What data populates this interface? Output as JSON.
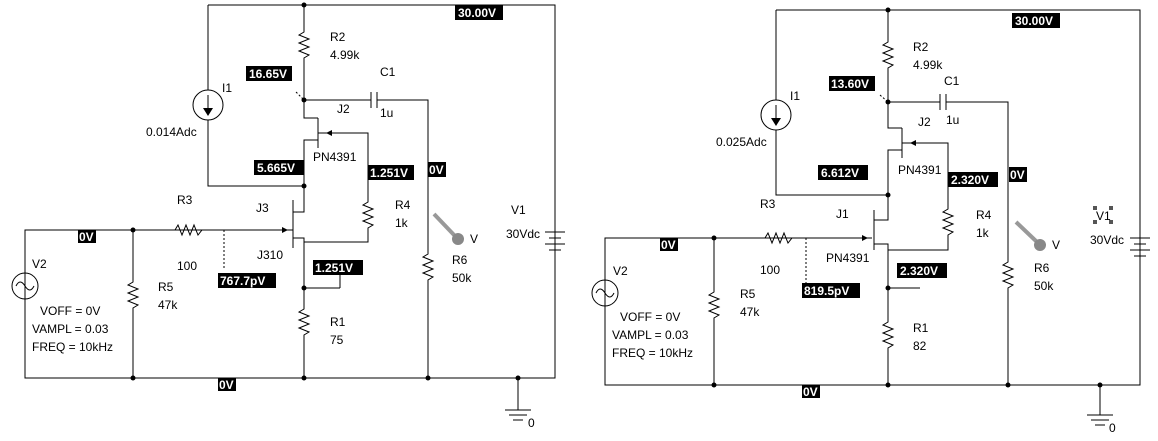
{
  "left": {
    "supply_probe": "30.00V",
    "drain_probe": "16.65V",
    "gate_probe": "5.665V",
    "source_probe_top": "1.251V",
    "source_probe_bottom": "1.251V",
    "output_probe": "0V",
    "input_probe": "0V",
    "ground_probe": "0V",
    "cap_probe": "767.7pV",
    "R2": {
      "name": "R2",
      "value": "4.99k"
    },
    "C1": {
      "name": "C1",
      "value": "1u"
    },
    "I1": {
      "name": "I1",
      "value": "0.014Adc"
    },
    "J2": {
      "name": "J2",
      "part": "PN4391"
    },
    "J3": {
      "name": "J3",
      "part": "J310"
    },
    "R3": {
      "name": "R3",
      "value": "100"
    },
    "R4": {
      "name": "R4",
      "value": "1k"
    },
    "R5": {
      "name": "R5",
      "value": "47k"
    },
    "R6": {
      "name": "R6",
      "value": "50k"
    },
    "R1": {
      "name": "R1",
      "value": "75"
    },
    "V1": {
      "name": "V1",
      "value": "30Vdc"
    },
    "V2": {
      "name": "V2",
      "voff": "VOFF = 0V",
      "vampl": "VAMPL = 0.03",
      "freq": "FREQ = 10kHz"
    },
    "ground_label": "0",
    "probe_v": "V"
  },
  "right": {
    "supply_probe": "30.00V",
    "drain_probe": "13.60V",
    "gate_probe": "6.612V",
    "source_probe_top": "2.320V",
    "source_probe_bottom": "2.320V",
    "output_probe": "0V",
    "input_probe": "0V",
    "ground_probe": "0V",
    "cap_probe": "819.5pV",
    "R2": {
      "name": "R2",
      "value": "4.99k"
    },
    "C1": {
      "name": "C1",
      "value": "1u"
    },
    "I1": {
      "name": "I1",
      "value": "0.025Adc"
    },
    "J2": {
      "name": "J2",
      "part": "PN4391"
    },
    "J1": {
      "name": "J1",
      "part": "PN4391"
    },
    "R3": {
      "name": "R3",
      "value": "100"
    },
    "R4": {
      "name": "R4",
      "value": "1k"
    },
    "R5": {
      "name": "R5",
      "value": "47k"
    },
    "R6": {
      "name": "R6",
      "value": "50k"
    },
    "R1": {
      "name": "R1",
      "value": "82"
    },
    "V1": {
      "name": "V1",
      "value": "30Vdc"
    },
    "V2": {
      "name": "V2",
      "voff": "VOFF = 0V",
      "vampl": "VAMPL = 0.03",
      "freq": "FREQ = 10kHz"
    },
    "ground_label": "0",
    "probe_v": "V"
  }
}
